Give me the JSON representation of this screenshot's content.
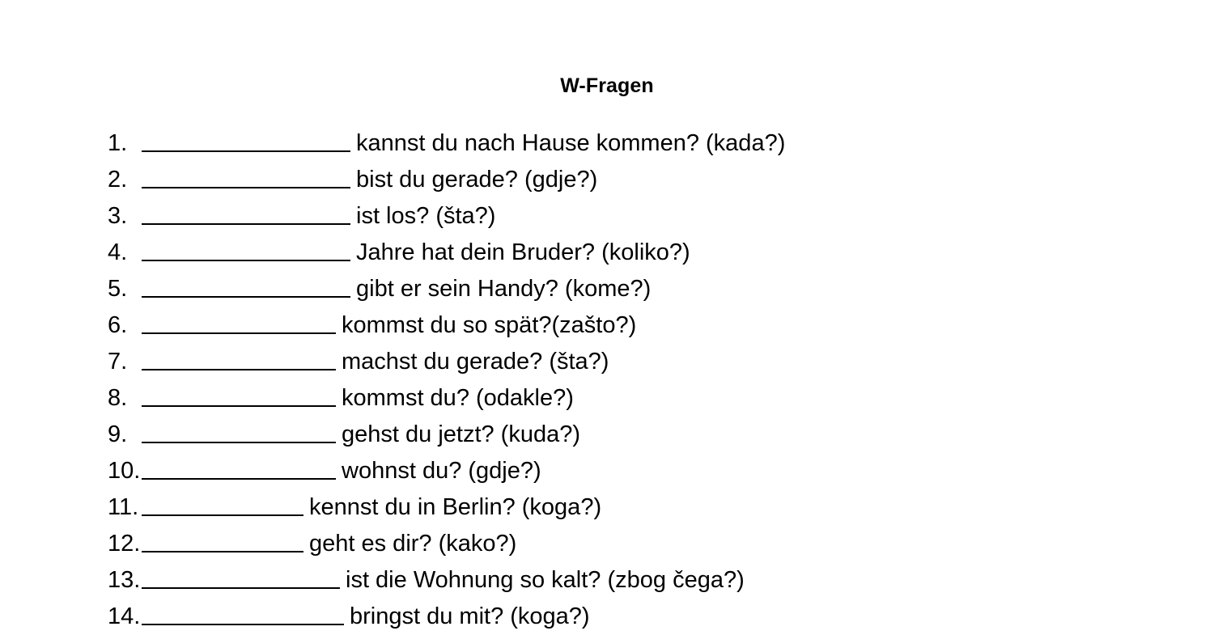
{
  "document": {
    "title": "W-Fragen",
    "background_color": "#ffffff",
    "text_color": "#000000"
  },
  "questions": [
    {
      "number": "1.",
      "blank_width": 258,
      "text": "kannst du nach Hause kommen? (kada?)"
    },
    {
      "number": "2.",
      "blank_width": 258,
      "text": "bist du gerade? (gdje?)"
    },
    {
      "number": "3.",
      "blank_width": 258,
      "text": "ist los? (šta?)"
    },
    {
      "number": "4.",
      "blank_width": 258,
      "text": "Jahre hat dein Bruder? (koliko?)"
    },
    {
      "number": "5.",
      "blank_width": 258,
      "text": "gibt er sein Handy? (kome?)"
    },
    {
      "number": "6.",
      "blank_width": 240,
      "text": "kommst du so spät?(zašto?)"
    },
    {
      "number": "7.",
      "blank_width": 240,
      "text": "machst du gerade? (šta?)"
    },
    {
      "number": "8.",
      "blank_width": 240,
      "text": "kommst du? (odakle?)"
    },
    {
      "number": "9.",
      "blank_width": 240,
      "text": "gehst du jetzt? (kuda?)"
    },
    {
      "number": "10.",
      "blank_width": 240,
      "text": "wohnst du? (gdje?)"
    },
    {
      "number": "11.",
      "blank_width": 200,
      "text": "kennst du in Berlin? (koga?)"
    },
    {
      "number": "12.",
      "blank_width": 200,
      "text": "geht es dir? (kako?)"
    },
    {
      "number": "13.",
      "blank_width": 245,
      "text": "ist die Wohnung so kalt? (zbog čega?)"
    },
    {
      "number": "14.",
      "blank_width": 250,
      "text": "bringst du mit? (koga?)"
    }
  ]
}
